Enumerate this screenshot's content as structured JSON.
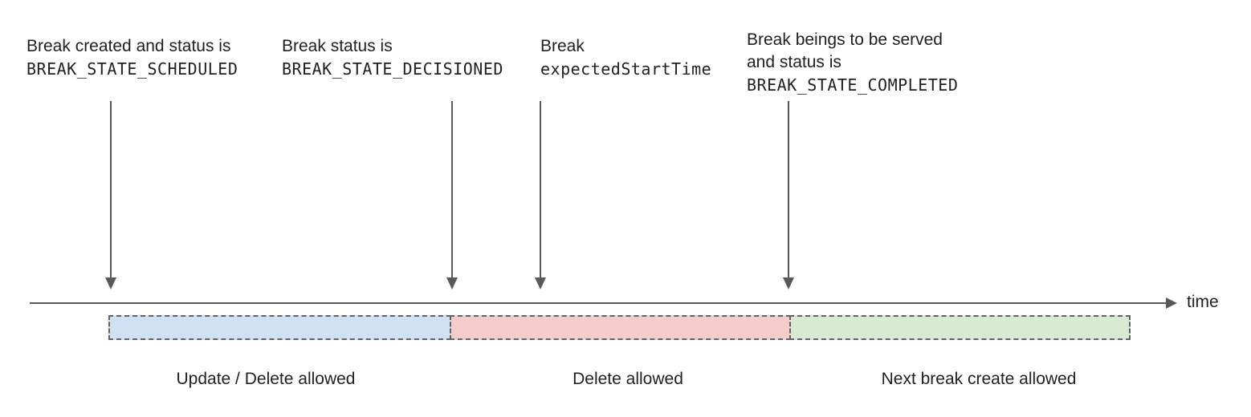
{
  "annotations": [
    {
      "line1": "Break created and status is",
      "code": "BREAK_STATE_SCHEDULED"
    },
    {
      "line1": "Break status is",
      "code": "BREAK_STATE_DECISIONED"
    },
    {
      "line1": "Break",
      "code": "expectedStartTime"
    },
    {
      "line1": "Break beings to be served",
      "line2": "and status is",
      "code": "BREAK_STATE_COMPLETED"
    }
  ],
  "timeline": {
    "axis_label": "time"
  },
  "segments": [
    {
      "label": "Update / Delete allowed",
      "color": "#cfe2f3"
    },
    {
      "label": "Delete allowed",
      "color": "#f4cccc"
    },
    {
      "label": "Next break create allowed",
      "color": "#d9ead3"
    }
  ],
  "colors": {
    "arrow": "#58595b",
    "segment_border": "#5f6368",
    "text": "#202124"
  }
}
